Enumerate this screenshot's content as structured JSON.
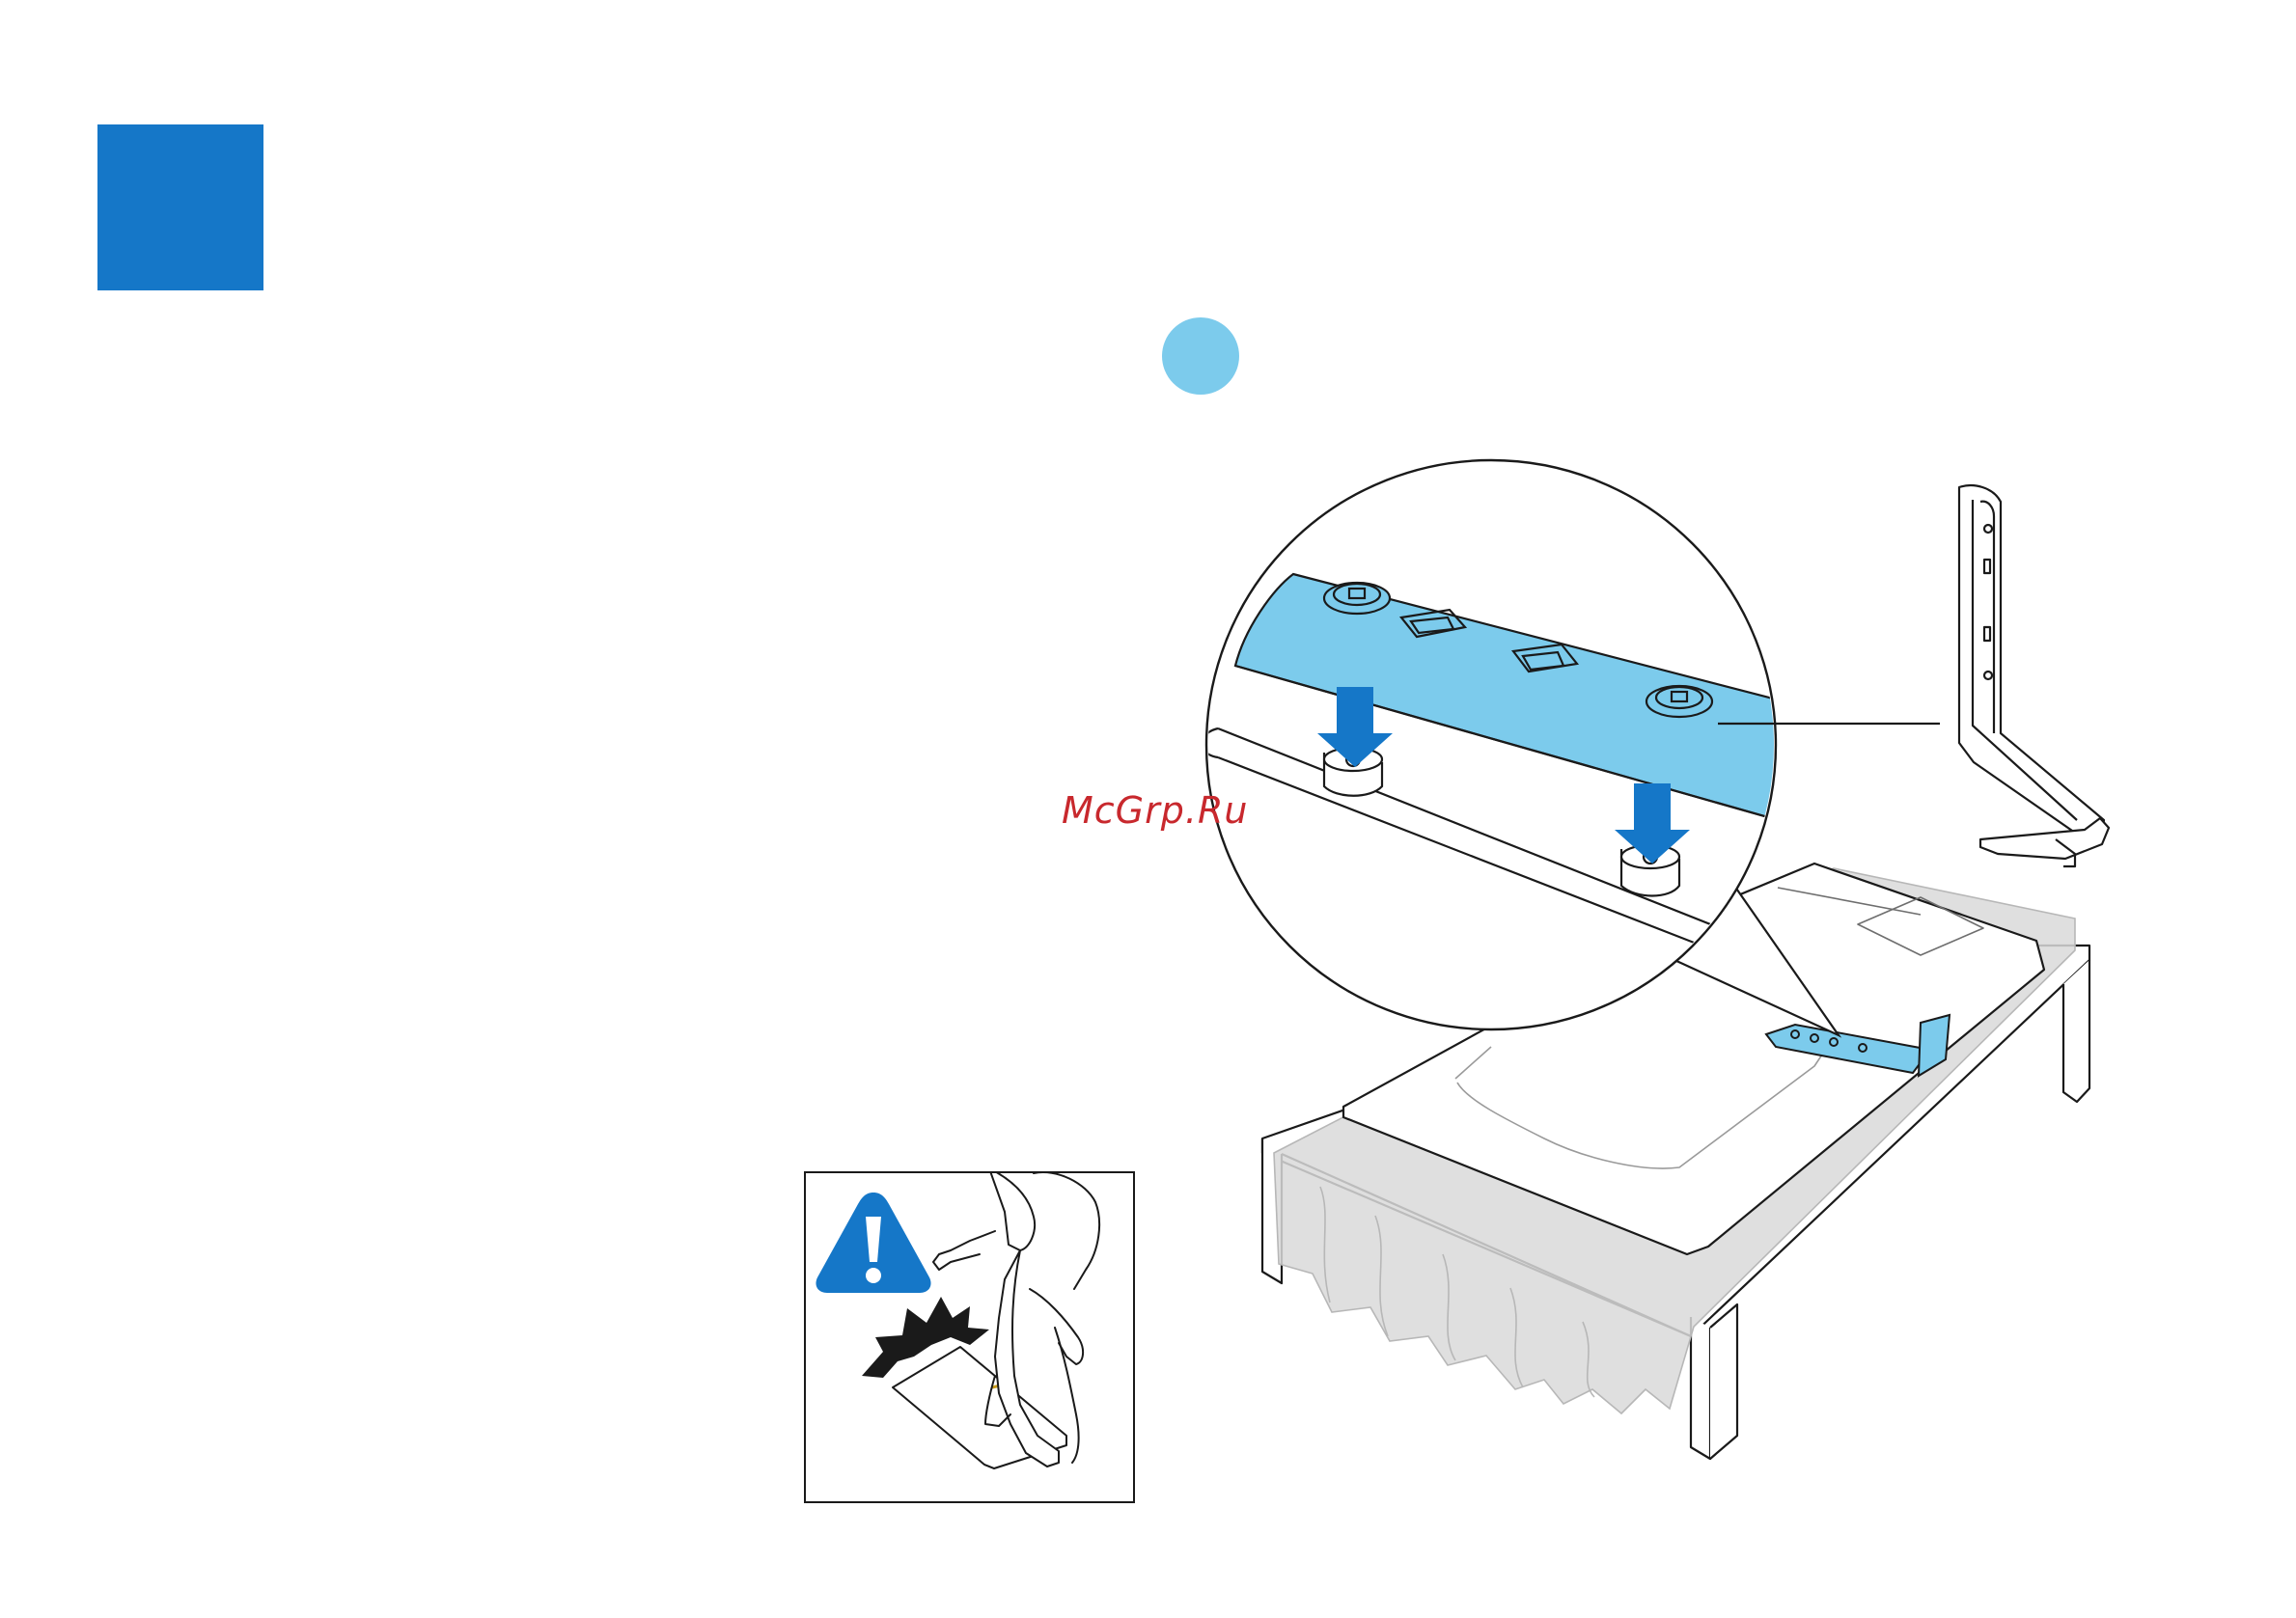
{
  "page": {
    "background": "#ffffff"
  },
  "markers": {
    "step_square_color": "#1577c8",
    "step_dot_color": "#7ccbec"
  },
  "watermark": {
    "text": "McGrp.Ru",
    "color": "#c8282d"
  },
  "illustration": {
    "highlight_color": "#7ccbec",
    "arrow_color": "#1577c8",
    "line_color": "#1a1a1a",
    "cloth_color": "#d9d9d9",
    "parts": [
      "magnifier-circle",
      "stand-neck",
      "stand-leg",
      "tv-panel",
      "table",
      "cloth",
      "down-arrows"
    ]
  },
  "warning": {
    "icon": "warning-triangle-icon",
    "icon_color": "#1577c8",
    "scene": "person-dropping-panel"
  }
}
